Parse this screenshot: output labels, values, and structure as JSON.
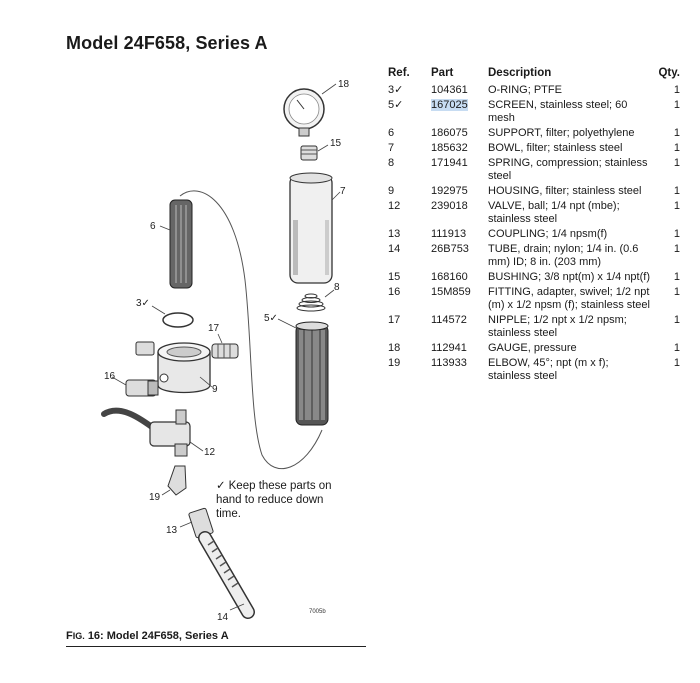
{
  "title": "Model 24F658, Series A",
  "table": {
    "headers": {
      "ref": "Ref.",
      "part": "Part",
      "desc": "Description",
      "qty": "Qty."
    },
    "rows": [
      {
        "ref": "3✓",
        "part": "104361",
        "desc": "O-RING; PTFE",
        "qty": "1"
      },
      {
        "ref": "5✓",
        "part": "167025",
        "desc": "SCREEN, stainless steel; 60 mesh",
        "qty": "1"
      },
      {
        "ref": "6",
        "part": "186075",
        "desc": "SUPPORT, filter; polyethylene",
        "qty": "1"
      },
      {
        "ref": "7",
        "part": "185632",
        "desc": "BOWL, filter; stainless steel",
        "qty": "1"
      },
      {
        "ref": "8",
        "part": "171941",
        "desc": "SPRING, compression; stainless steel",
        "qty": "1"
      },
      {
        "ref": "9",
        "part": "192975",
        "desc": "HOUSING, filter; stainless steel",
        "qty": "1"
      },
      {
        "ref": "12",
        "part": "239018",
        "desc": "VALVE, ball; 1/4 npt (mbe); stainless steel",
        "qty": "1"
      },
      {
        "ref": "13",
        "part": "111913",
        "desc": "COUPLING; 1/4 npsm(f)",
        "qty": "1"
      },
      {
        "ref": "14",
        "part": "26B753",
        "desc": "TUBE, drain; nylon; 1/4 in. (0.6 mm) ID; 8 in. (203 mm)",
        "qty": "1"
      },
      {
        "ref": "15",
        "part": "168160",
        "desc": "BUSHING; 3/8 npt(m) x 1/4 npt(f)",
        "qty": "1"
      },
      {
        "ref": "16",
        "part": "15M859",
        "desc": "FITTING, adapter, swivel; 1/2 npt (m) x 1/2 npsm (f); stainless steel",
        "qty": "1"
      },
      {
        "ref": "17",
        "part": "114572",
        "desc": "NIPPLE; 1/2 npt x 1/2 npsm; stainless steel",
        "qty": "1"
      },
      {
        "ref": "18",
        "part": "112941",
        "desc": "GAUGE, pressure",
        "qty": "1"
      },
      {
        "ref": "19",
        "part": "113933",
        "desc": "ELBOW, 45°; npt (m x f); stainless steel",
        "qty": "1"
      }
    ]
  },
  "diagram": {
    "callouts": {
      "c18": "18",
      "c15": "15",
      "c7": "7",
      "c6": "6",
      "c8": "8",
      "c3": "3✓",
      "c5": "5✓",
      "c17": "17",
      "c9": "9",
      "c16": "16",
      "c12": "12",
      "c19": "19",
      "c13": "13",
      "c14": "14"
    },
    "drawing_code": "7005b"
  },
  "note": {
    "check": "✓",
    "text": "Keep these parts on hand to reduce down time."
  },
  "caption": {
    "fig_a": "F",
    "fig_b": "IG.",
    "num": "16: Model 24F658, Series A"
  },
  "highlight_color": "#c7dcf2"
}
